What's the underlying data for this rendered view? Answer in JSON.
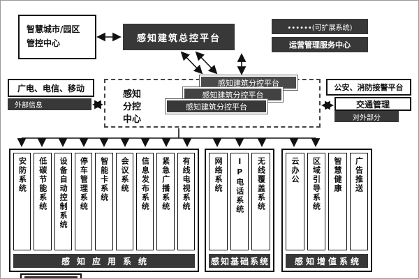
{
  "header": {
    "control_center_line1": "智慧城市/园区",
    "control_center_line2": "管控中心",
    "master_platform": "感知建筑总控平台",
    "expandable_system": "••••••(可扩展系统)",
    "operation_center": "运营管理服务中心"
  },
  "left_branch": {
    "operators": "广电、电信、移动",
    "external_info": "外部信息"
  },
  "sub_control": {
    "label_lines": [
      "感知",
      "分控",
      "中心"
    ],
    "platforms": [
      "感知建筑分控平台",
      "感知建筑分控平台",
      "感知建筑分控平台"
    ]
  },
  "right_branch": {
    "police_fire": "公安、消防接警平台",
    "traffic": "交通管理",
    "external_part": "对外部分"
  },
  "groups": [
    {
      "label": "感知应用系统",
      "columns": [
        "安防系统",
        "低碳节能系统",
        "设备自动控制系统",
        "停车管理系统",
        "智能卡系统",
        "会议系统",
        "信息发布系统",
        "紧急广播系统",
        "有线电视系统"
      ]
    },
    {
      "label": "感知基础系统",
      "columns": [
        "网络系统",
        "IP电话系统",
        "无线覆盖系统"
      ]
    },
    {
      "label": "感知增值系统",
      "columns": [
        "云办公",
        "区域引导系统",
        "智慧健康",
        "广告推送"
      ]
    }
  ]
}
